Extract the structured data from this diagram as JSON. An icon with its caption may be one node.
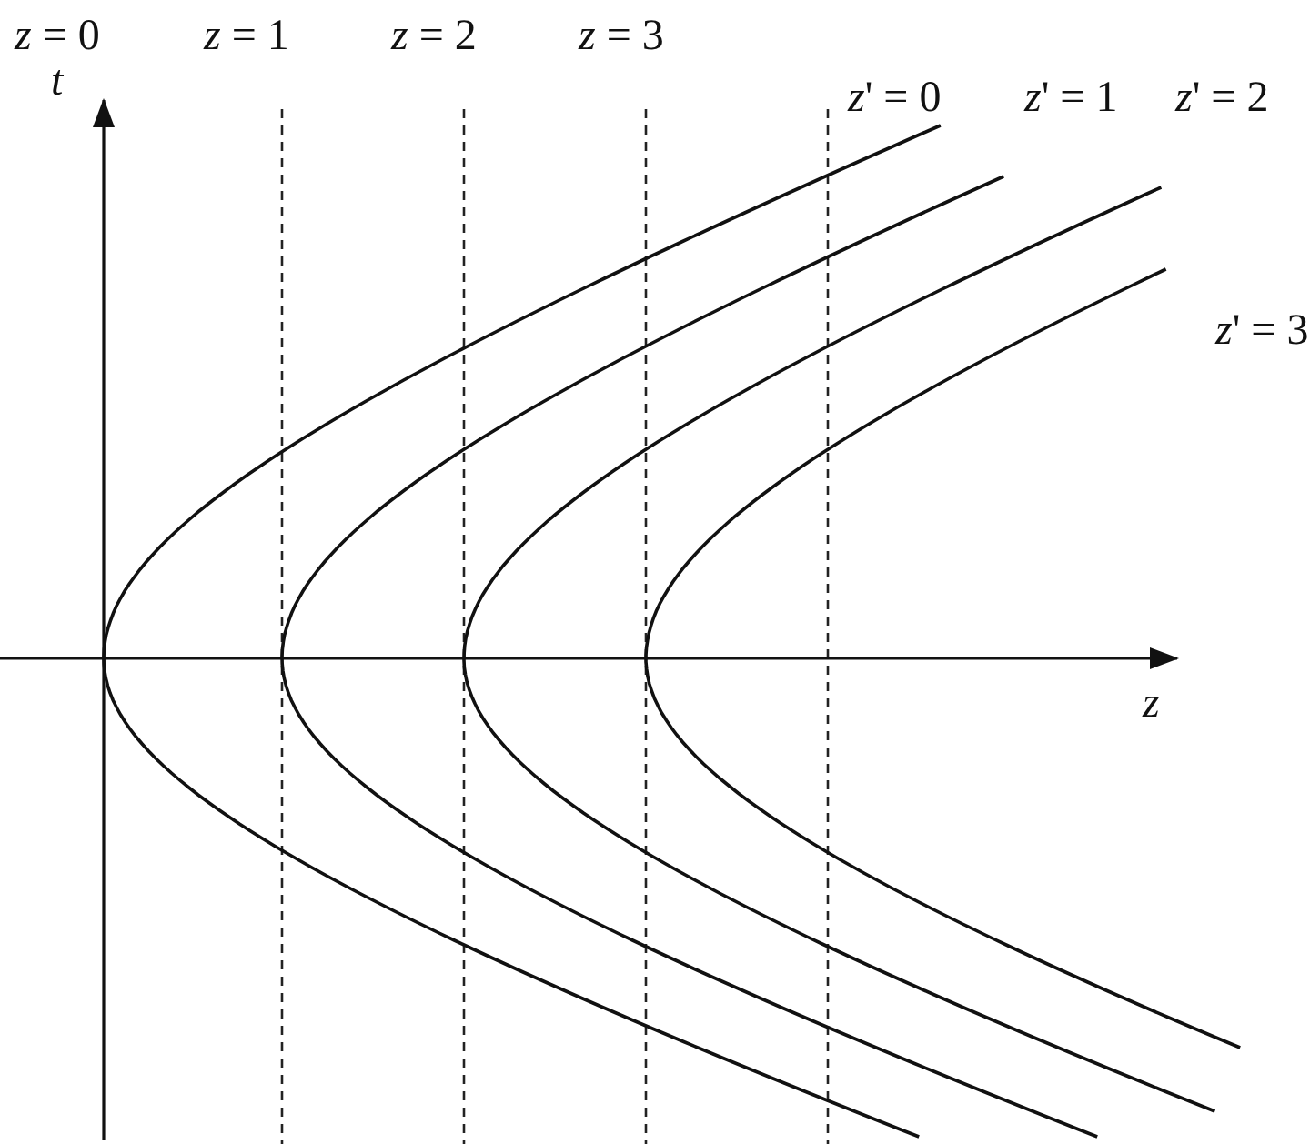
{
  "diagram": {
    "labels": [
      "*z* = 0",
      "*z* = 1",
      "*z* = 2",
      "*z* = 3",
      "*t*",
      "*z*' = 0",
      "*z*' = 1",
      "*z*' = 2",
      "*z*' = 3",
      "*z*"
    ]
  }
}
